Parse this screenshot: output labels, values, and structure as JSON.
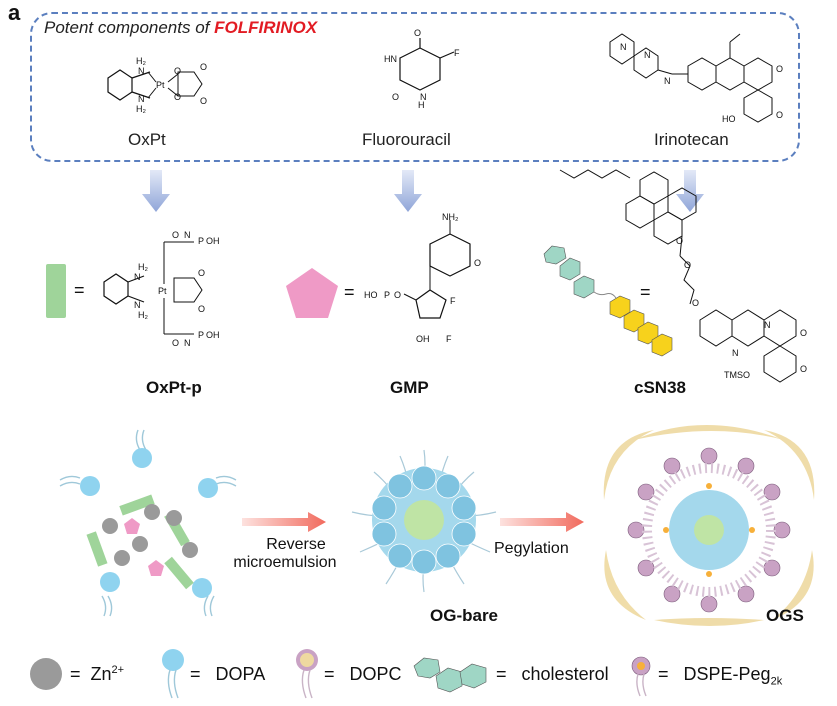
{
  "panel_label": "a",
  "box_title_prefix": "Potent components of ",
  "box_title_accent": "FOLFIRINOX",
  "drugs": [
    "OxPt",
    "Fluorouracil",
    "Irinotecan"
  ],
  "prodrugs": [
    "OxPt-p",
    "GMP",
    "cSN38"
  ],
  "equals": "=",
  "process": {
    "step1": "Reverse\nmicroemulsion",
    "step1_line1": "Reverse",
    "step1_line2": "microemulsion",
    "step2": "Pegylation",
    "intermediate": "OG-bare",
    "product": "OGS"
  },
  "legend": {
    "zn_base": "Zn",
    "zn_sup": "2+",
    "dopa": "DOPA",
    "dopc": "DOPC",
    "cholesterol": "cholesterol",
    "dspe_base": "DSPE-Peg",
    "dspe_sub": "2k"
  },
  "chem_labels": {
    "h2n": "H₂N",
    "nh2": "N\nH₂",
    "pt": "Pt",
    "ho": "HO",
    "tmso": "TMSO",
    "f": "F",
    "nh2_group": "NH₂",
    "oh": "OH"
  },
  "colors": {
    "dash_border": "#5b7fbf",
    "accent_red": "#e21b23",
    "arrow_blue": "#a9b8df",
    "arrow_red": "#f28b82",
    "oxpt_green": "#9fd49a",
    "gmp_pink": "#ef9ac6",
    "dopa_blue": "#8fd3ef",
    "zn_gray": "#9a9a9a",
    "cholesterol_teal": "#9fd6c5",
    "cholesterol_yellow": "#f7d21c",
    "ogs_tan": "#eed9a0",
    "dopc_pink": "#c9a2c4"
  }
}
